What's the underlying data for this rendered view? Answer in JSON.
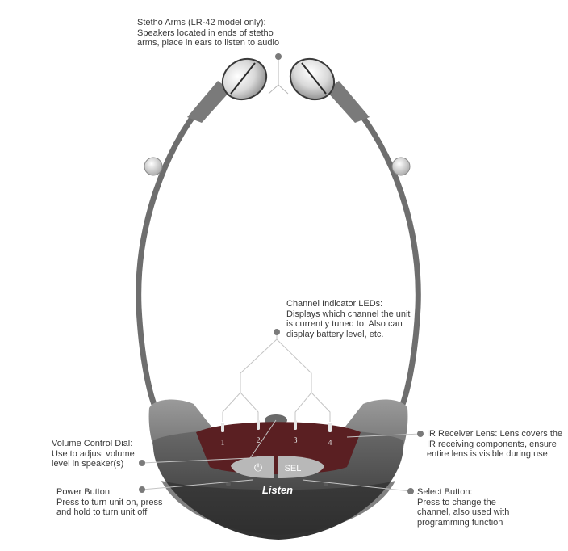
{
  "callouts": {
    "stetho": [
      "Stetho Arms (LR-42 model only):",
      "Speakers located in ends of stetho",
      "arms, place in ears to listen to audio"
    ],
    "leds": [
      "Channel Indicator LEDs:",
      "Displays which channel the unit",
      "is currently tuned to. Also can",
      "display battery level, etc."
    ],
    "volume": [
      "Volume Control Dial:",
      "Use to adjust volume",
      "level in speaker(s)"
    ],
    "ir": [
      "IR Receiver Lens: Lens covers the",
      "IR receiving components, ensure",
      "entire lens is visible during use"
    ],
    "power": [
      "Power Button:",
      "Press to turn unit on, press",
      "and hold to turn unit off"
    ],
    "select": [
      "Select Button:",
      "Press to change the",
      "channel, also used with",
      "programming function"
    ]
  },
  "device": {
    "led_numbers": [
      "1",
      "2",
      "3",
      "4"
    ],
    "sel_label": "SEL",
    "power_symbol": "⏻",
    "brand": "Listen"
  },
  "colors": {
    "body_dark": "#4a4a4a",
    "body_mid": "#8a8a8a",
    "lens": "#5a1f22",
    "button": "#b8b8b8",
    "arm": "#6e6e6e",
    "leader": "#b5b5b5",
    "dot": "#7a7a7a"
  }
}
